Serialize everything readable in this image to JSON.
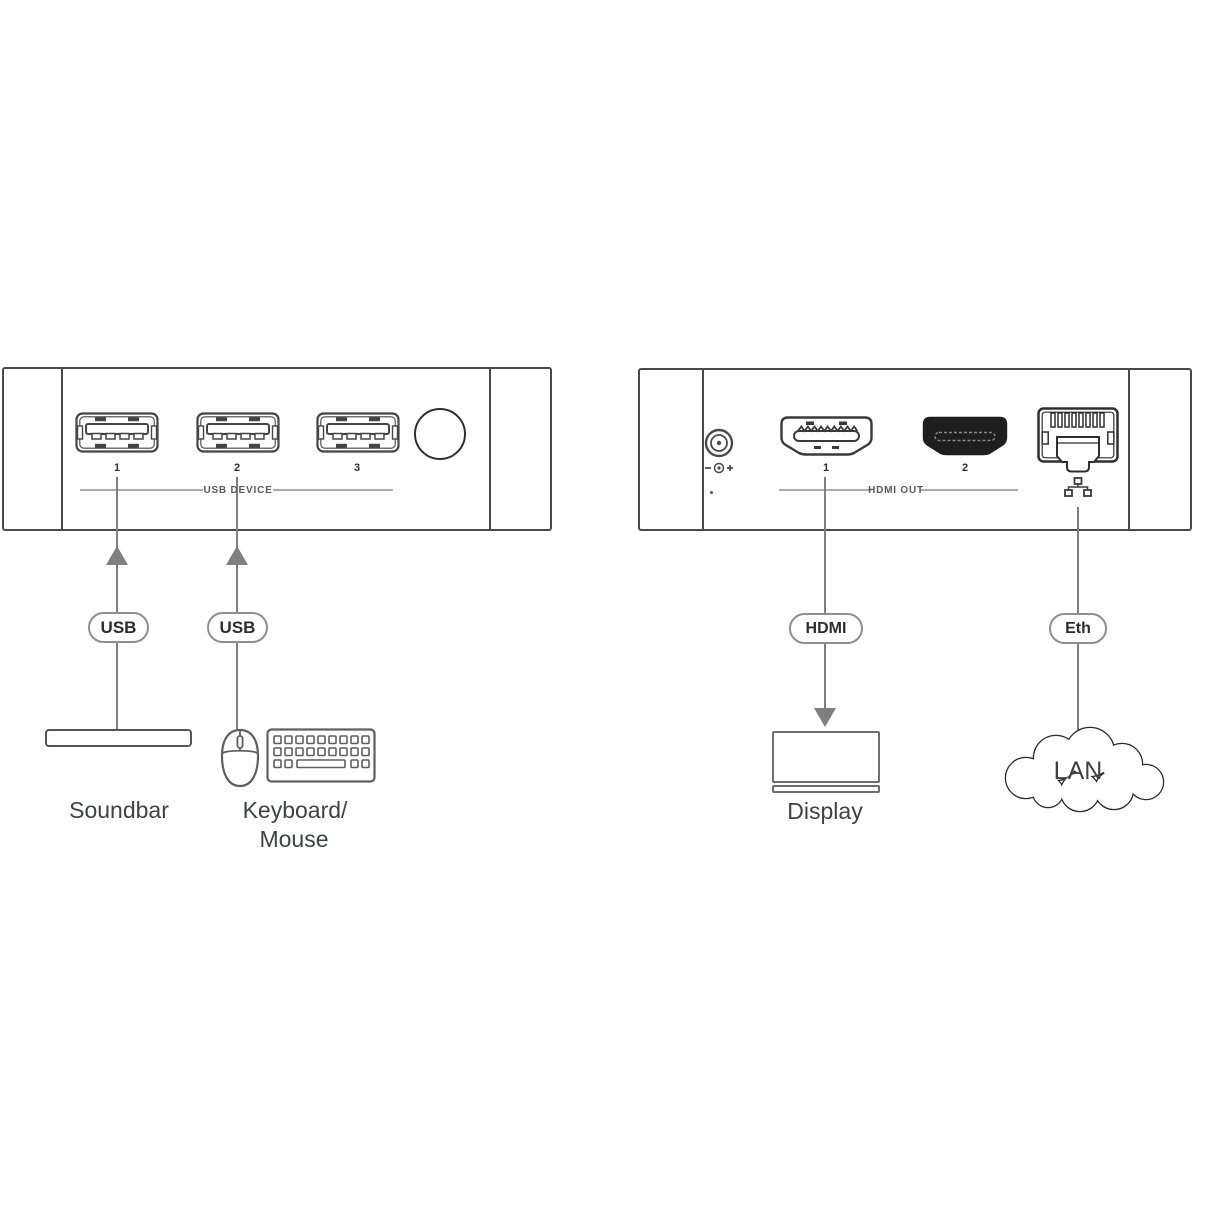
{
  "diagram": {
    "left_panel": {
      "port_numbers": [
        "1",
        "2",
        "3"
      ],
      "group_label": "USB DEVICE"
    },
    "right_panel": {
      "port_numbers": [
        "1",
        "2"
      ],
      "group_label": "HDMI OUT"
    },
    "cable_labels": {
      "usb1": "USB",
      "usb2": "USB",
      "hdmi": "HDMI",
      "eth": "Eth"
    },
    "peripherals": {
      "soundbar": "Soundbar",
      "keyboard_line1": "Keyboard/",
      "keyboard_line2": "Mouse",
      "display": "Display",
      "lan": "LAN"
    },
    "icons": {
      "usb_port": "usb-a-port",
      "power_button": "round-button",
      "dc_jack": "dc-power-jack",
      "polarity": "polarity-symbol",
      "hdmi_port_1": "hdmi-port-outline",
      "hdmi_port_2": "hdmi-port-filled",
      "rj45_port": "rj45-ethernet-port",
      "network": "ethernet-network-icon",
      "mouse": "mouse-icon",
      "keyboard": "keyboard-icon",
      "monitor": "display-monitor",
      "cloud": "lan-cloud"
    },
    "colors": {
      "device_outline": "#4a4a4a",
      "cable_line": "#7f7f7f",
      "pill_border": "#8f8f8f",
      "label_text": "#3f4245",
      "hdmi2_fill": "#1e1e1e"
    }
  }
}
